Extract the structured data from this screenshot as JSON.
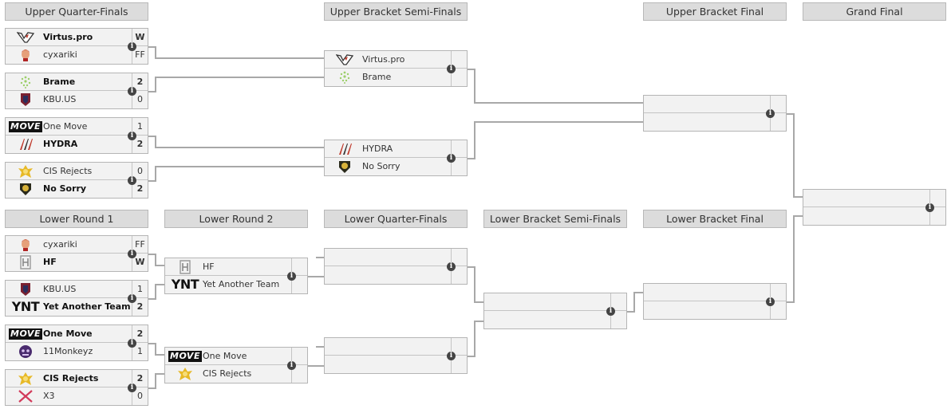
{
  "headers": {
    "uqf": "Upper Quarter-Finals",
    "ubsf": "Upper Bracket Semi-Finals",
    "ubf": "Upper Bracket Final",
    "gf": "Grand Final",
    "lr1": "Lower Round 1",
    "lr2": "Lower Round 2",
    "lqf": "Lower Quarter-Finals",
    "lbsf": "Lower Bracket Semi-Finals",
    "lbf": "Lower Bracket Final"
  },
  "info_glyph": "i",
  "matches": {
    "uqf1": {
      "t1": {
        "name": "Virtus.pro",
        "score": "W",
        "win": true,
        "logo": "virtuspro-logo"
      },
      "t2": {
        "name": "cyxariki",
        "score": "FF",
        "win": false,
        "logo": "cyxariki-logo"
      }
    },
    "uqf2": {
      "t1": {
        "name": "Brame",
        "score": "2",
        "win": true,
        "logo": "brame-logo"
      },
      "t2": {
        "name": "KBU.US",
        "score": "0",
        "win": false,
        "logo": "kbuus-logo"
      }
    },
    "uqf3": {
      "t1": {
        "name": "One Move",
        "score": "1",
        "win": false,
        "logo": "onemove-logo"
      },
      "t2": {
        "name": "HYDRA",
        "score": "2",
        "win": true,
        "logo": "hydra-logo"
      }
    },
    "uqf4": {
      "t1": {
        "name": "CIS Rejects",
        "score": "0",
        "win": false,
        "logo": "cisrejects-logo"
      },
      "t2": {
        "name": "No Sorry",
        "score": "2",
        "win": true,
        "logo": "nosorry-logo"
      }
    },
    "ubsf1": {
      "t1": {
        "name": "Virtus.pro",
        "logo": "virtuspro-logo"
      },
      "t2": {
        "name": "Brame",
        "logo": "brame-logo"
      }
    },
    "ubsf2": {
      "t1": {
        "name": "HYDRA",
        "logo": "hydra-logo"
      },
      "t2": {
        "name": "No Sorry",
        "logo": "nosorry-logo"
      }
    },
    "ubf": {},
    "gf": {},
    "lr1a": {
      "t1": {
        "name": "cyxariki",
        "score": "FF",
        "win": false,
        "logo": "cyxariki-logo"
      },
      "t2": {
        "name": "HF",
        "score": "W",
        "win": true,
        "logo": "hf-logo"
      }
    },
    "lr1b": {
      "t1": {
        "name": "KBU.US",
        "score": "1",
        "win": false,
        "logo": "kbuus-logo"
      },
      "t2": {
        "name": "Yet Another Team",
        "score": "2",
        "win": true,
        "logo": "ynt-logo"
      }
    },
    "lr1c": {
      "t1": {
        "name": "One Move",
        "score": "2",
        "win": true,
        "logo": "onemove-logo"
      },
      "t2": {
        "name": "11Monkeyz",
        "score": "1",
        "win": false,
        "logo": "11monkeyz-logo"
      }
    },
    "lr1d": {
      "t1": {
        "name": "CIS Rejects",
        "score": "2",
        "win": true,
        "logo": "cisrejects-logo"
      },
      "t2": {
        "name": "X3",
        "score": "0",
        "win": false,
        "logo": "x3-logo"
      }
    },
    "lr2a": {
      "t1": {
        "name": "HF",
        "logo": "hf-logo"
      },
      "t2": {
        "name": "Yet Another Team",
        "logo": "ynt-logo"
      }
    },
    "lr2b": {
      "t1": {
        "name": "One Move",
        "logo": "onemove-logo"
      },
      "t2": {
        "name": "CIS Rejects",
        "logo": "cisrejects-logo"
      }
    },
    "lqf1": {},
    "lqf2": {},
    "lbsf": {},
    "lbf": {}
  },
  "logo_text": {
    "move": "MOVE",
    "ynt": "YNT"
  },
  "colors": {
    "header_bg": "#dcdcdc",
    "match_bg": "#f2f2f2",
    "line": "#a8a8a8",
    "info": "#444444"
  }
}
